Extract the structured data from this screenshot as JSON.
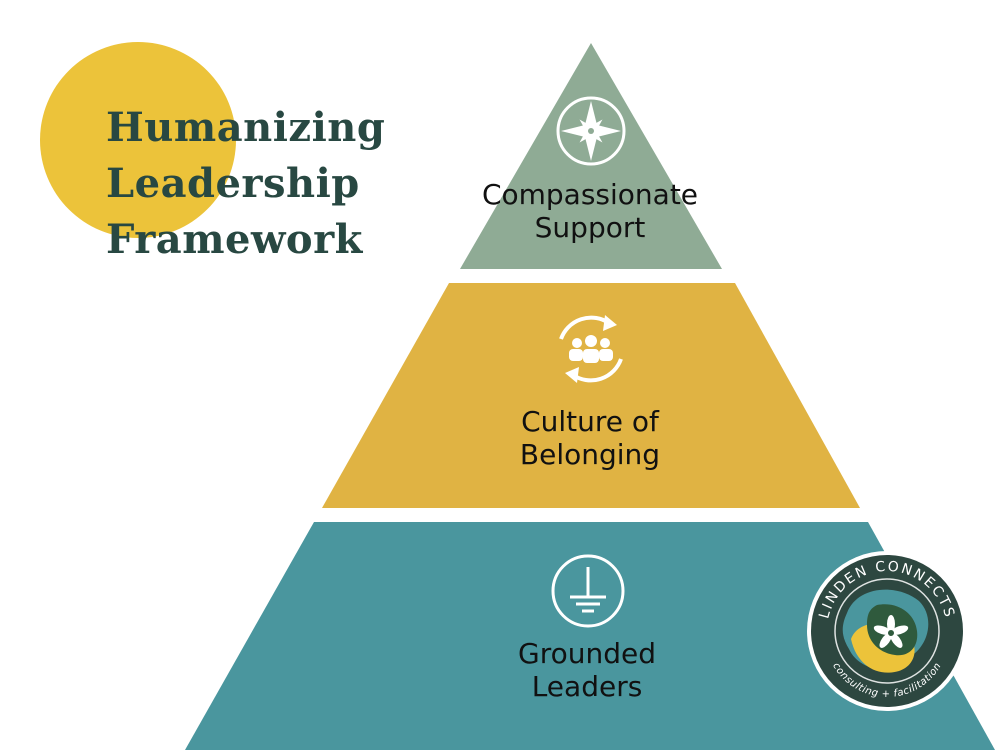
{
  "title": {
    "lines": [
      "Humanizing",
      "Leadership",
      "Framework"
    ]
  },
  "tiers": [
    {
      "lines": [
        "Compassionate",
        "Support"
      ],
      "icon": "compass-star-icon"
    },
    {
      "lines": [
        "Culture of",
        "Belonging"
      ],
      "icon": "group-cycle-icon"
    },
    {
      "lines": [
        "Grounded",
        "Leaders"
      ],
      "icon": "ground-symbol-icon"
    }
  ],
  "logo": {
    "text_top": "LINDEN CONNECTS",
    "text_bottom": "consulting + facilitation"
  },
  "colors": {
    "background": "#ffffff",
    "accent_circle": "#ecc33a",
    "title_text": "#284842",
    "tier_top": "#8fab95",
    "tier_mid": "#e0b343",
    "tier_bottom": "#4a969e",
    "logo_ring": "#2d4740"
  }
}
